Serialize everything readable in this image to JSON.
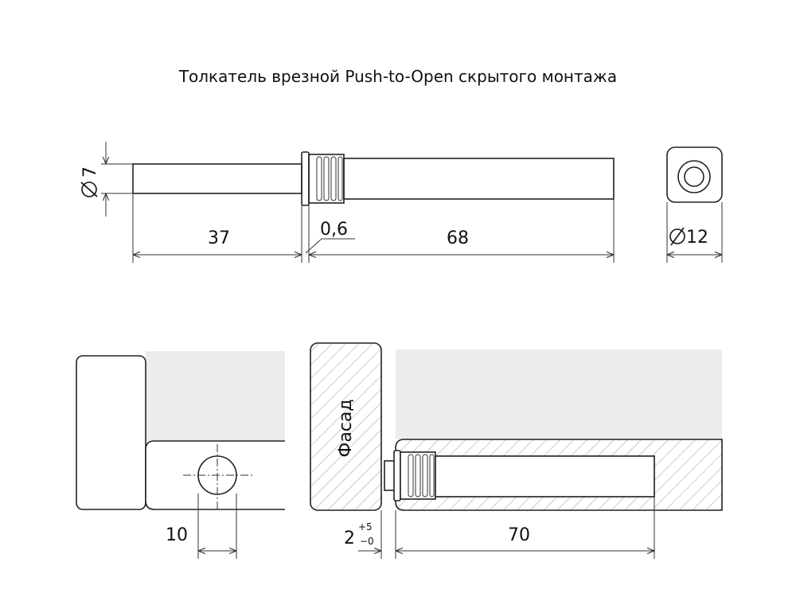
{
  "title": "Толкатель врезной Push-to-Open скрытого монтажа",
  "dimensions": {
    "diameter_small": "7",
    "length_rod": "37",
    "flange": "0,6",
    "length_body": "68",
    "diameter_large": "12",
    "edge_offset": "10",
    "gap_value": "2",
    "gap_tol_upper": "+5",
    "gap_tol_lower": "−0",
    "depth": "70"
  },
  "labels": {
    "facade": "Фасад",
    "diameter_symbol": "⌀"
  },
  "colors": {
    "line": "#222222",
    "hatch": "#9a9a9a",
    "shade": "#ececec"
  }
}
